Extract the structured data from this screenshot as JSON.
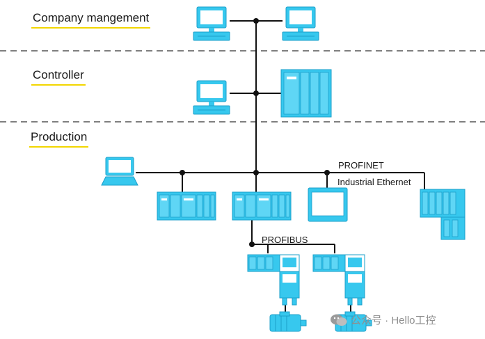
{
  "levels": {
    "company": "Company mangement",
    "controller": "Controller",
    "production": "Production"
  },
  "networks": {
    "profinet": "PROFINET",
    "ethernet": "Industrial Ethernet",
    "profibus": "PROFIBUS"
  },
  "watermark": {
    "text": "公众号 · Hello工控"
  },
  "colors": {
    "device": "#37c8ee",
    "device_dark": "#1b9fca",
    "line": "#111111",
    "underline": "#f2d600",
    "divider": "#333333"
  }
}
